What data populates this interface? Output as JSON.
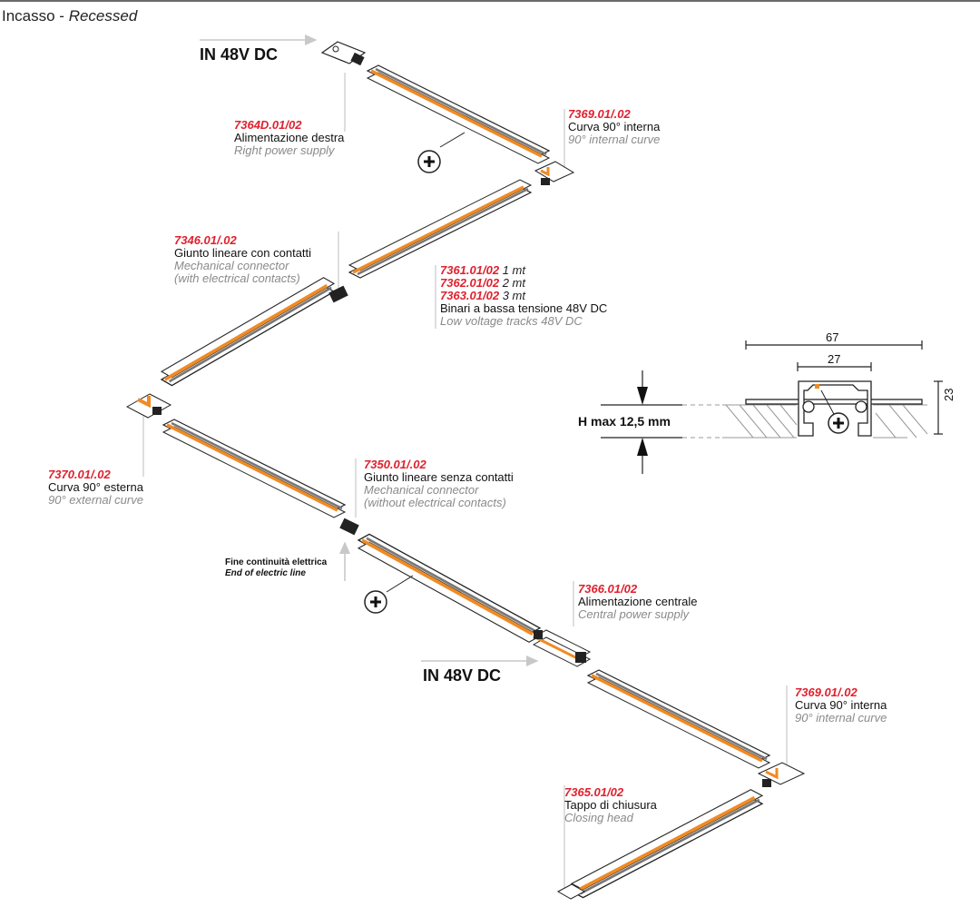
{
  "header": {
    "title_it": "Incasso - ",
    "title_en": "Recessed"
  },
  "power_inputs": [
    {
      "label": "IN 48V DC"
    },
    {
      "label": "IN 48V DC"
    }
  ],
  "components": [
    {
      "code": "7364D.01/02",
      "name_it": "Alimentazione destra",
      "name_en": "Right power supply"
    },
    {
      "code": "7369.01/.02",
      "name_it": "Curva 90° interna",
      "name_en": "90° internal curve"
    },
    {
      "code": "7346.01/.02",
      "name_it": "Giunto lineare con contatti",
      "name_en": "Mechanical connector",
      "name_en2": "(with electrical contacts)"
    },
    {
      "tracks": [
        {
          "code": "7361.01/02",
          "length": "1 mt"
        },
        {
          "code": "7362.01/02",
          "length": "2 mt"
        },
        {
          "code": "7363.01/02",
          "length": "3 mt"
        }
      ],
      "name_it": "Binari a bassa tensione 48V DC",
      "name_en": "Low voltage tracks 48V DC"
    },
    {
      "code": "7370.01/.02",
      "name_it": "Curva 90° esterna",
      "name_en": "90° external curve"
    },
    {
      "code": "7350.01/.02",
      "name_it": "Giunto lineare senza contatti",
      "name_en": "Mechanical connector",
      "name_en2": "(without electrical contacts)"
    },
    {
      "code": "7366.01/02",
      "name_it": "Alimentazione centrale",
      "name_en": "Central power supply"
    },
    {
      "code": "7369.01/.02",
      "name_it": "Curva 90° interna",
      "name_en": "90° internal curve"
    },
    {
      "code": "7365.01/02",
      "name_it": "Tappo di chiusura",
      "name_en": "Closing head"
    }
  ],
  "end_note": {
    "it": "Fine continuità elettrica",
    "en": "End of electric line"
  },
  "section": {
    "width_total": "67",
    "width_inner": "27",
    "height": "23",
    "h_max": "H max 12,5 mm",
    "positive_symbol": "+"
  },
  "colors": {
    "accent_red": "#e0202e",
    "conductor_orange": "#f08a24",
    "rail_grey": "#8a8a8a"
  }
}
